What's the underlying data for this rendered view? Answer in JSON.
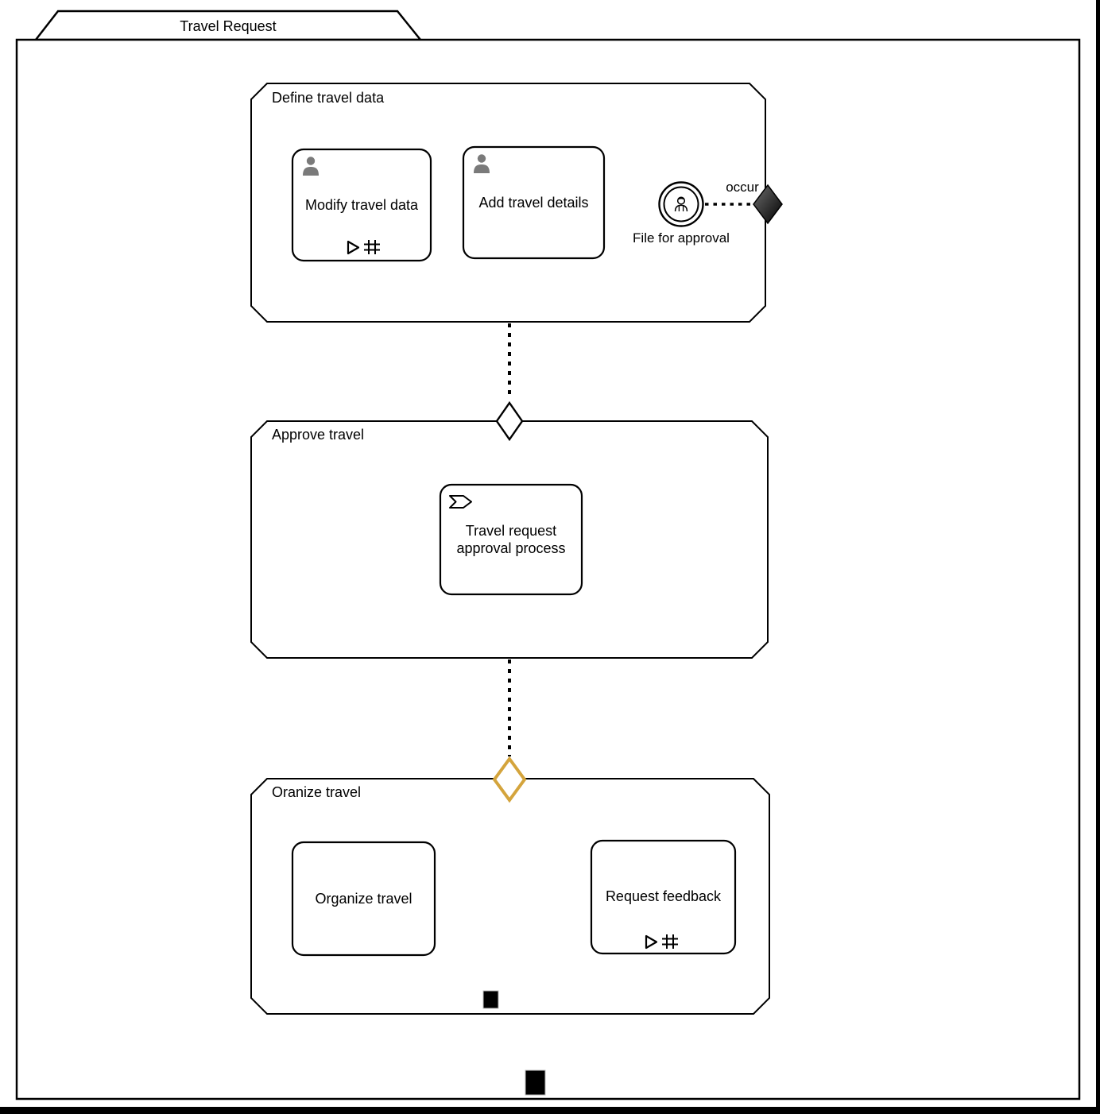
{
  "case_plan": {
    "title": "Travel Request",
    "stages": [
      {
        "name": "Define travel data",
        "tasks": [
          {
            "label": "Modify travel data",
            "type": "human-task",
            "markers": [
              "manual-activation",
              "repetition"
            ]
          },
          {
            "label": "Add travel details",
            "type": "human-task"
          }
        ],
        "event_listener": {
          "label": "File for approval",
          "type": "user-event-listener"
        },
        "exit_connection_label": "occur"
      },
      {
        "name": "Approve travel",
        "tasks": [
          {
            "label": "Travel request approval process",
            "type": "process-task"
          }
        ]
      },
      {
        "name": "Oranize travel",
        "tasks": [
          {
            "label": "Organize travel",
            "type": "human-task"
          },
          {
            "label": "Request feedback",
            "type": "human-task",
            "markers": [
              "manual-activation",
              "repetition"
            ]
          }
        ]
      }
    ],
    "colors": {
      "shape_stroke": "#000000",
      "entry_criterion_fill": "#ffffff",
      "exit_criterion_fill": "#1a1a1a",
      "highlighted_criterion_stroke": "#d4a43c",
      "human_task_icon": "#7a7a7a"
    }
  }
}
